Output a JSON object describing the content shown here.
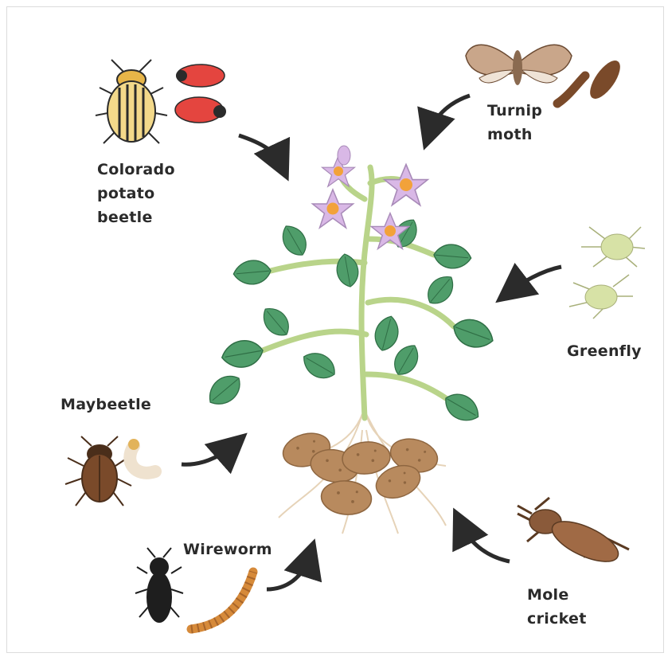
{
  "labels": {
    "colorado_potato_beetle": "Colorado\npotato\nbeetle",
    "turnip_moth": "Turnip\nmoth",
    "greenfly": "Greenfly",
    "maybeetle": "Maybeetle",
    "wireworm": "Wireworm",
    "mole_cricket": "Mole\ncricket"
  },
  "colors": {
    "leaf": "#4f9d6a",
    "leaf_dark": "#2f6e45",
    "stem": "#b9d48a",
    "flower": "#d9b8e6",
    "flower_center": "#f2a23a",
    "tuber": "#b88a5e",
    "root": "#e6d3b8",
    "arrow": "#2b2b2b",
    "beetle_stripe": "#e7b548",
    "larva_red": "#e4453f",
    "greenfly": "#d7e2a6",
    "maybeetle": "#7a4a2a",
    "wireworm_larva": "#d68a3a",
    "mole_cricket": "#8a5a3a",
    "moth": "#c9a68a"
  }
}
